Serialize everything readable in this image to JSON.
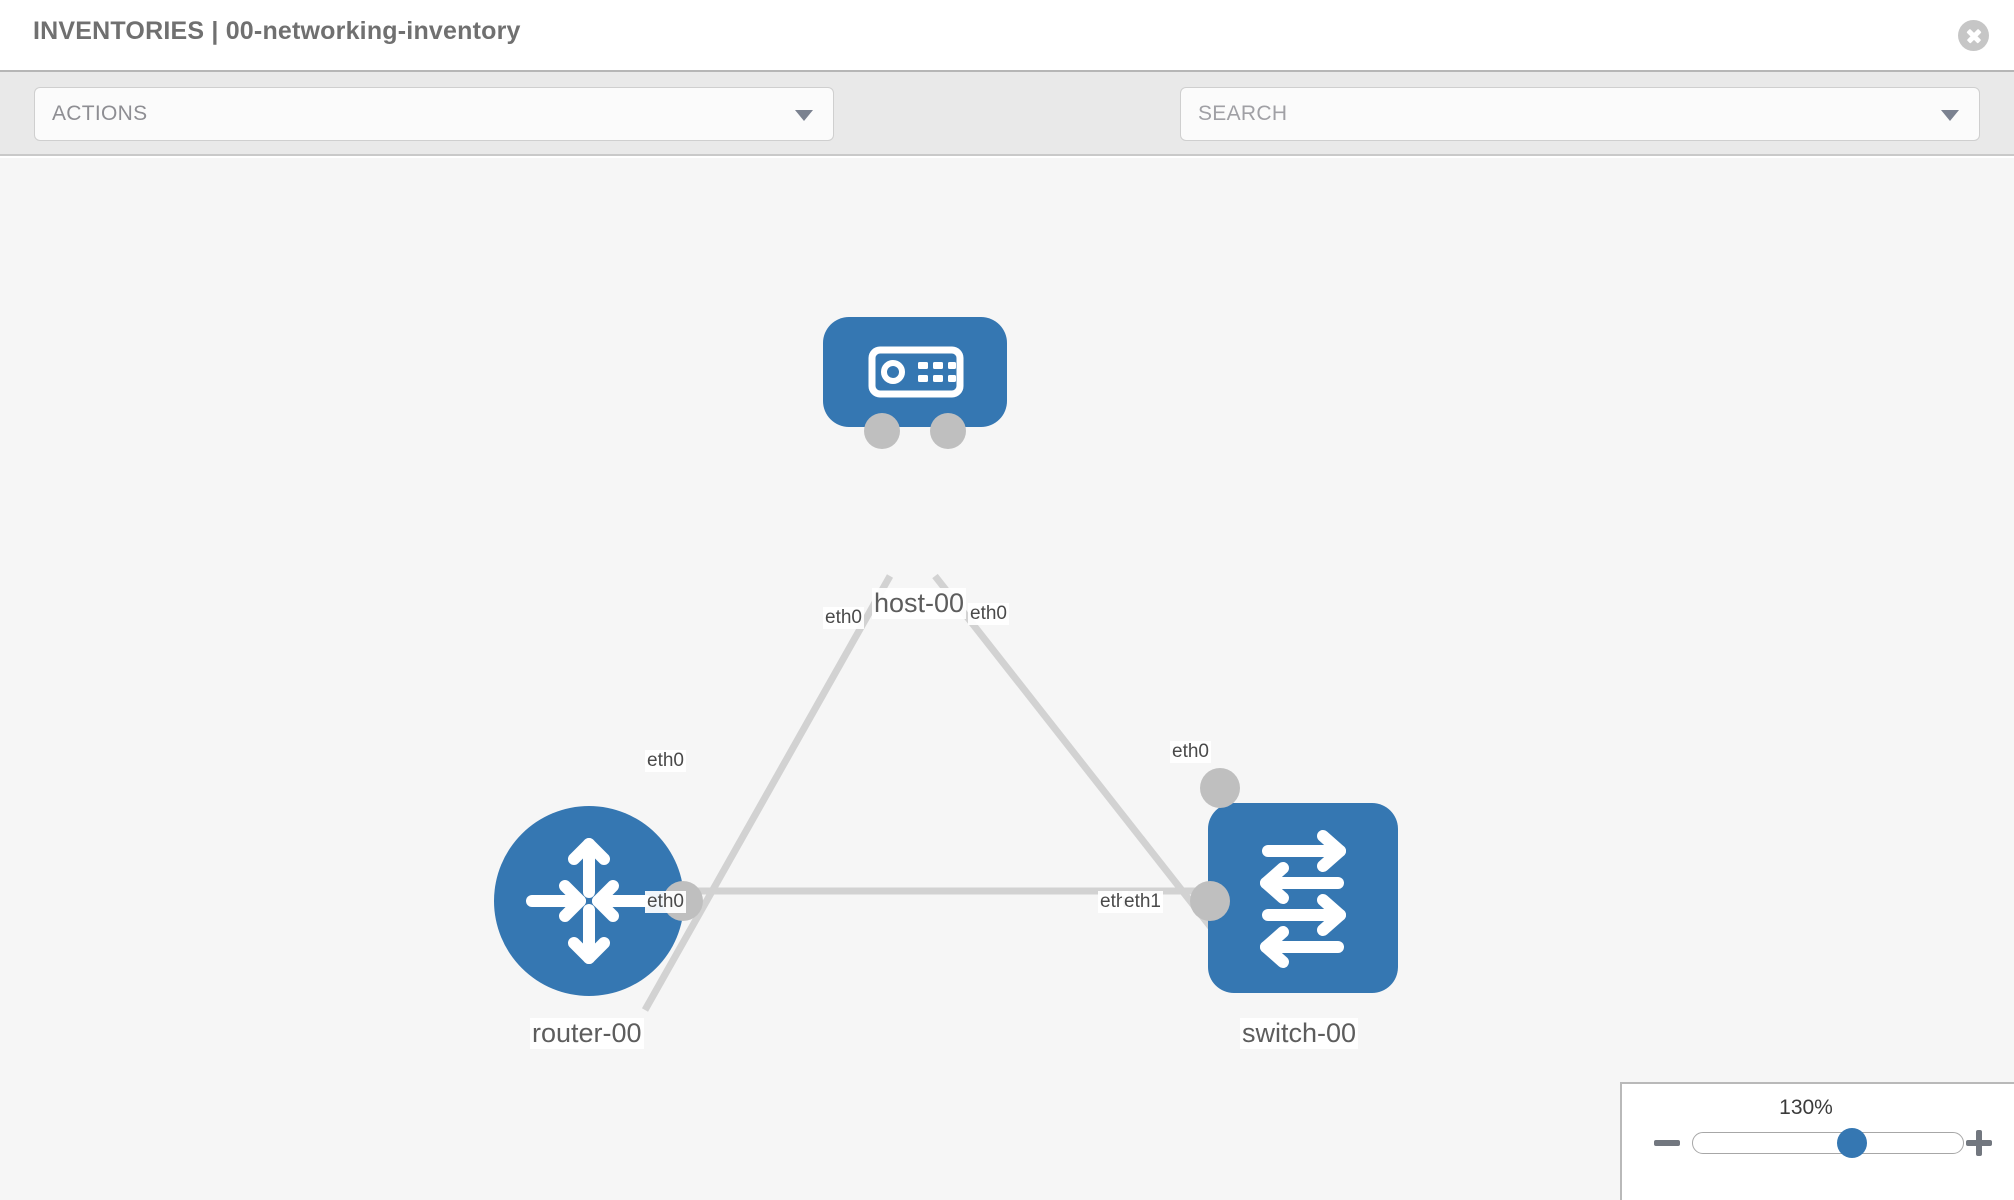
{
  "header": {
    "title": "INVENTORIES | 00-networking-inventory",
    "close_icon": "close-circle-icon"
  },
  "toolbar": {
    "actions_label": "ACTIONS",
    "actions_caret": "chevron-down-icon",
    "wrench_icon": "wrench-icon",
    "key_icon": "key-icon",
    "search_placeholder": "SEARCH",
    "search_caret": "chevron-down-icon"
  },
  "topology": {
    "nodes": [
      {
        "id": "host-00",
        "label": "host-00",
        "icon": "server-icon",
        "shape": "rounded-rect"
      },
      {
        "id": "router-00",
        "label": "router-00",
        "icon": "router-arrows-icon",
        "shape": "circle"
      },
      {
        "id": "switch-00",
        "label": "switch-00",
        "icon": "switch-arrows-icon",
        "shape": "rounded-rect"
      }
    ],
    "edge_labels": {
      "host_left": "eth0",
      "host_right": "eth0",
      "router_up": "eth0",
      "switch_up": "eth0",
      "router_right": "eth0",
      "switch_left_a": "eth",
      "switch_left_b": "eth1"
    }
  },
  "zoom_control": {
    "value": "130%",
    "minus_label": "zoom-out",
    "plus_label": "zoom-in"
  },
  "colors": {
    "node_blue": "#3577b2",
    "canvas_bg": "#f6f6f6",
    "toolbar_bg": "#e9e9e9",
    "port_gray": "#bfbfbf",
    "edge_gray": "#d2d2d2"
  }
}
